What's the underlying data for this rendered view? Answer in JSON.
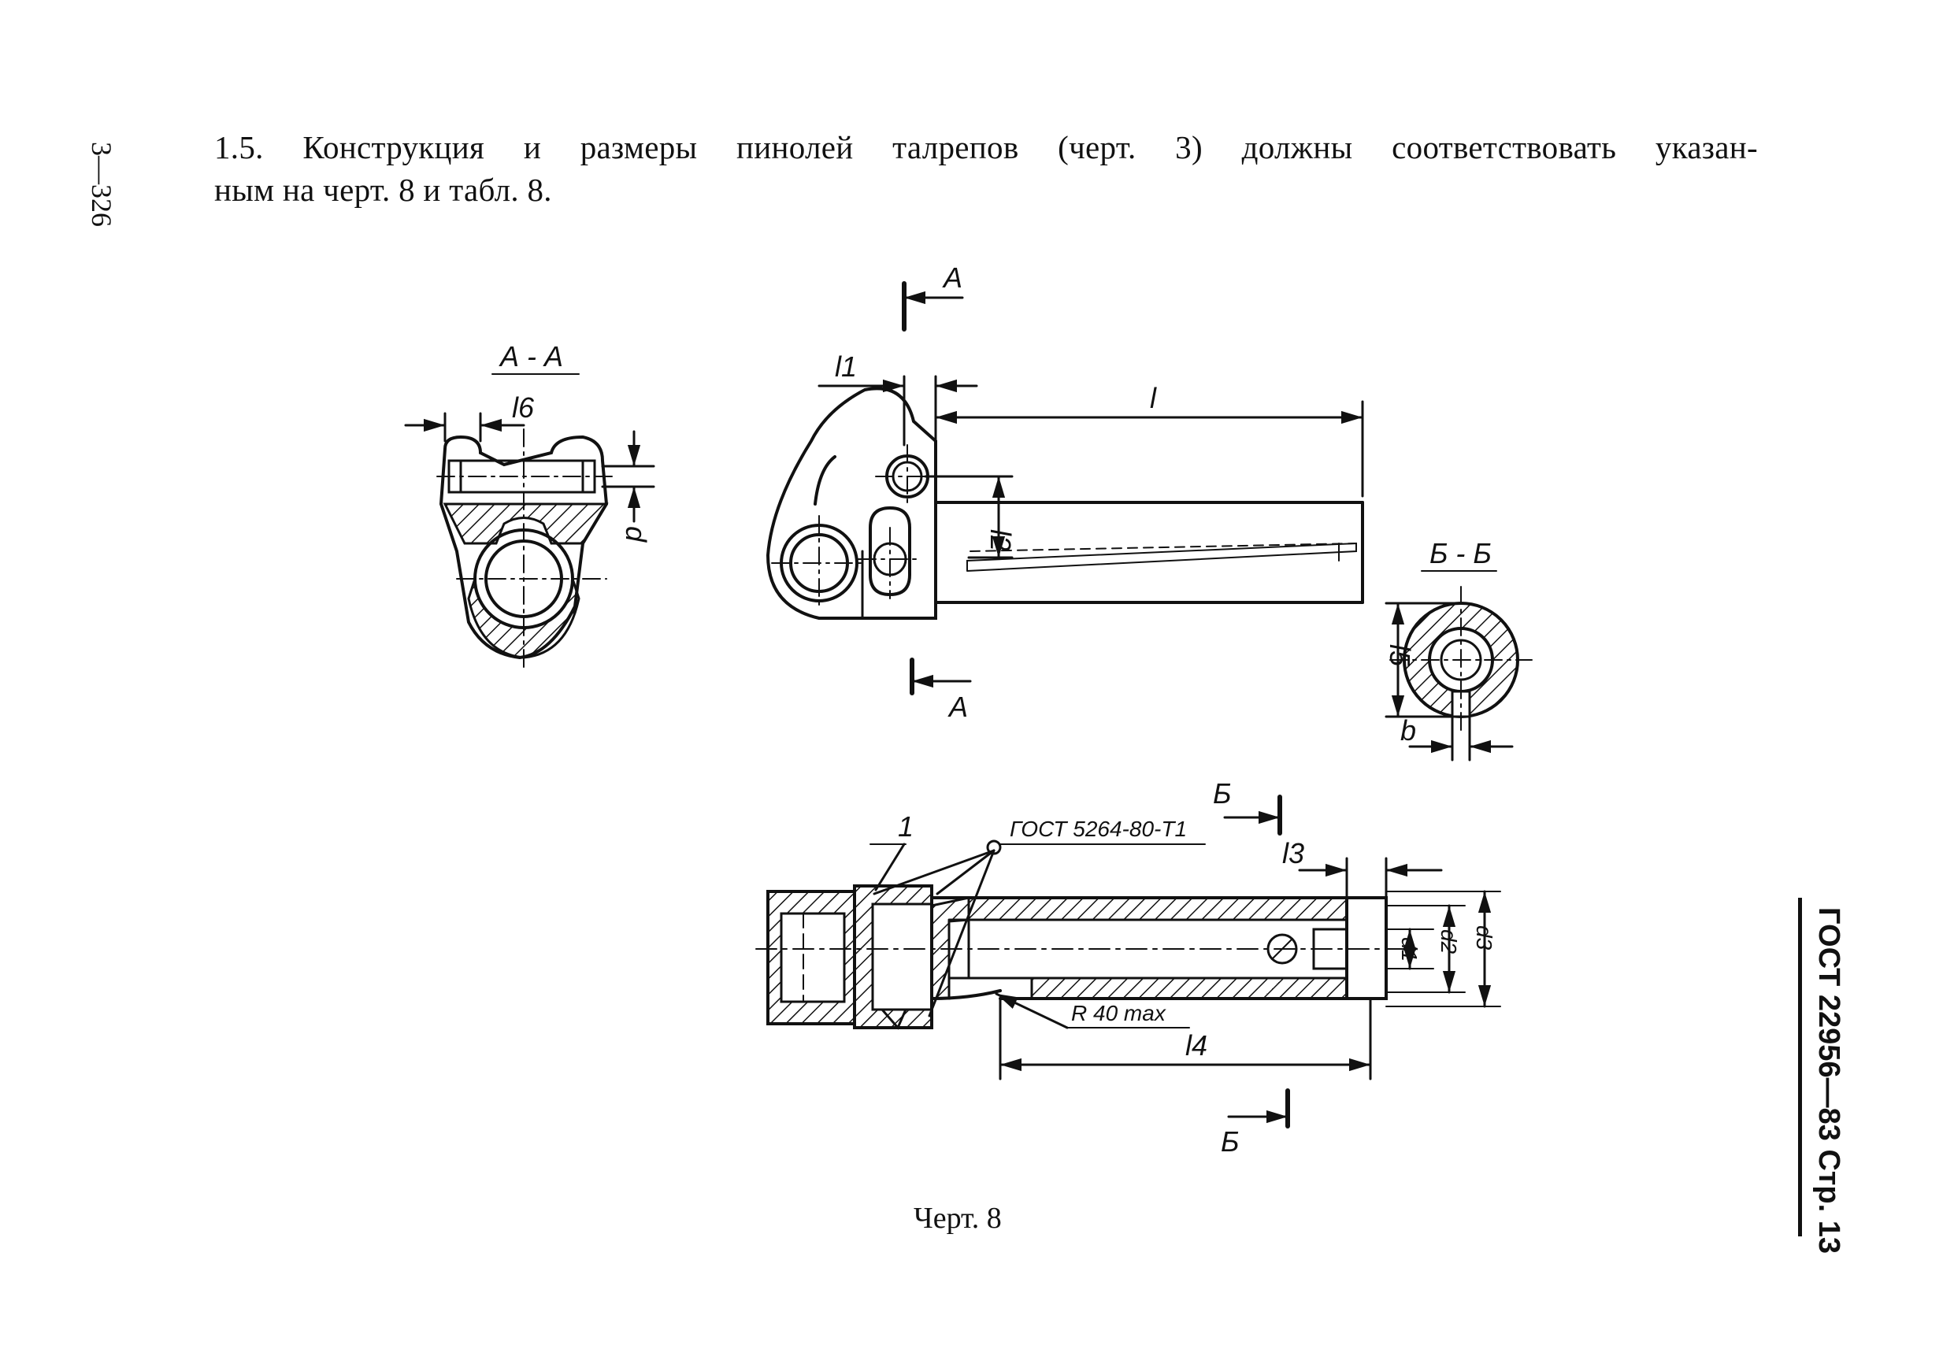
{
  "page_code": "3—326",
  "paragraph": {
    "line1": "1.5. Конструкция и размеры пинолей талрепов (черт. 3) должны соответствовать указан-",
    "line2": "ным на черт. 8 и табл. 8."
  },
  "caption": "Черт. 8",
  "side_header": "ГОСТ 22956—83 Стр. 13",
  "drawing": {
    "section_aa_title": "А - А",
    "section_bb_title": "Б - Б",
    "cut_letter_a": "А",
    "cut_letter_b": "Б",
    "dim_l": "l",
    "dim_l1": "l1",
    "dim_l2": "l2",
    "dim_l3": "l3",
    "dim_l4": "l4",
    "dim_l5": "l5",
    "dim_l6": "l6",
    "dim_d": "d",
    "dim_d1": "d1",
    "dim_d2": "d2",
    "dim_d3": "d3",
    "dim_b": "b",
    "callout_1": "1",
    "weld_note": "ГОСТ 5264-80-Т1",
    "radius_note": "R 40 max"
  }
}
